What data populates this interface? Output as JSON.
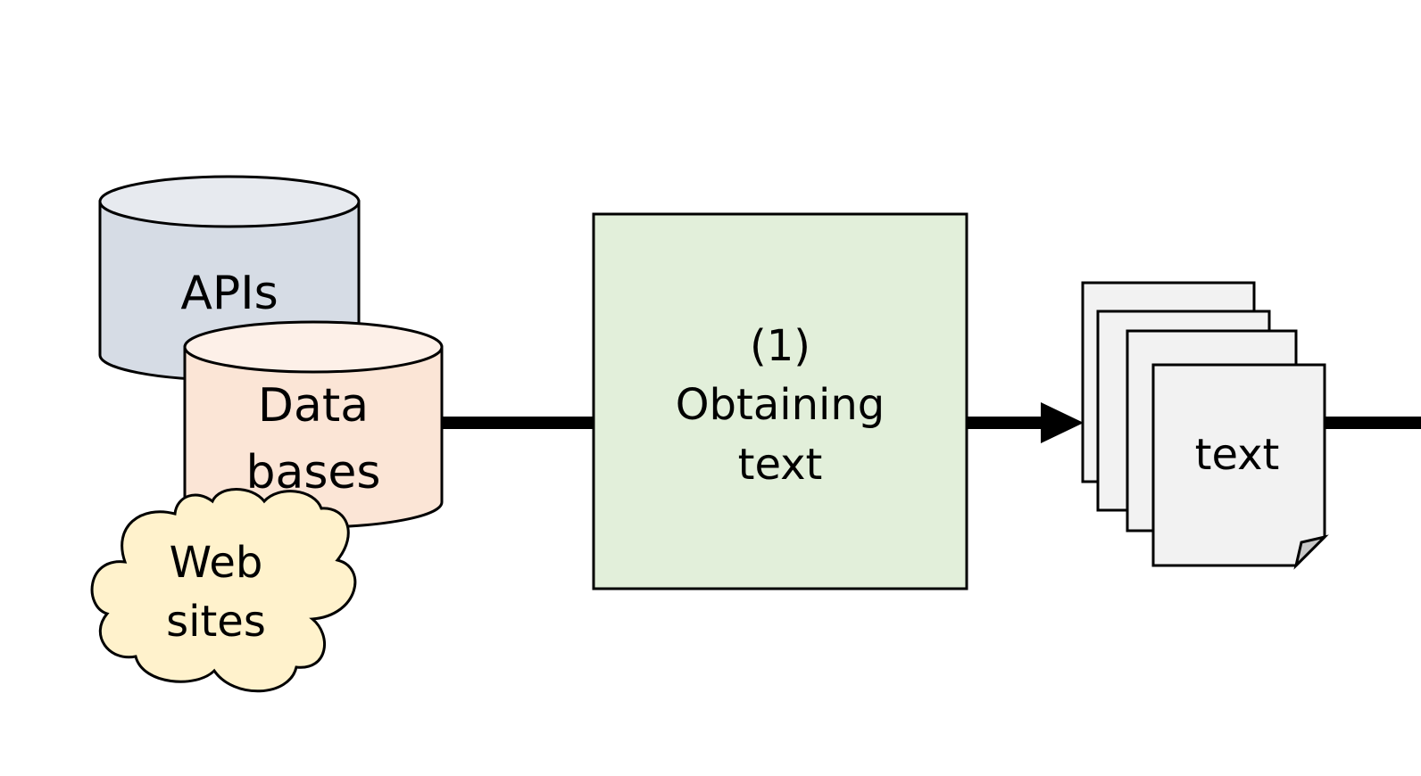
{
  "sources": {
    "apis": {
      "label": "APIs",
      "fill_body": "#d6dce5",
      "fill_top": "#e7eaef"
    },
    "databases": {
      "label_line1": "Data",
      "label_line2": "bases",
      "fill_body": "#fbe5d6",
      "fill_top": "#fdf0e8"
    },
    "websites": {
      "label_line1": "Web",
      "label_line2": "sites",
      "fill": "#fff2cc"
    }
  },
  "process": {
    "number": "(1)",
    "label_line1": "Obtaining",
    "label_line2": "text",
    "fill": "#e2efda"
  },
  "output": {
    "label": "text",
    "fill": "#f2f2f2",
    "corner_fill": "#c8c8c8"
  }
}
